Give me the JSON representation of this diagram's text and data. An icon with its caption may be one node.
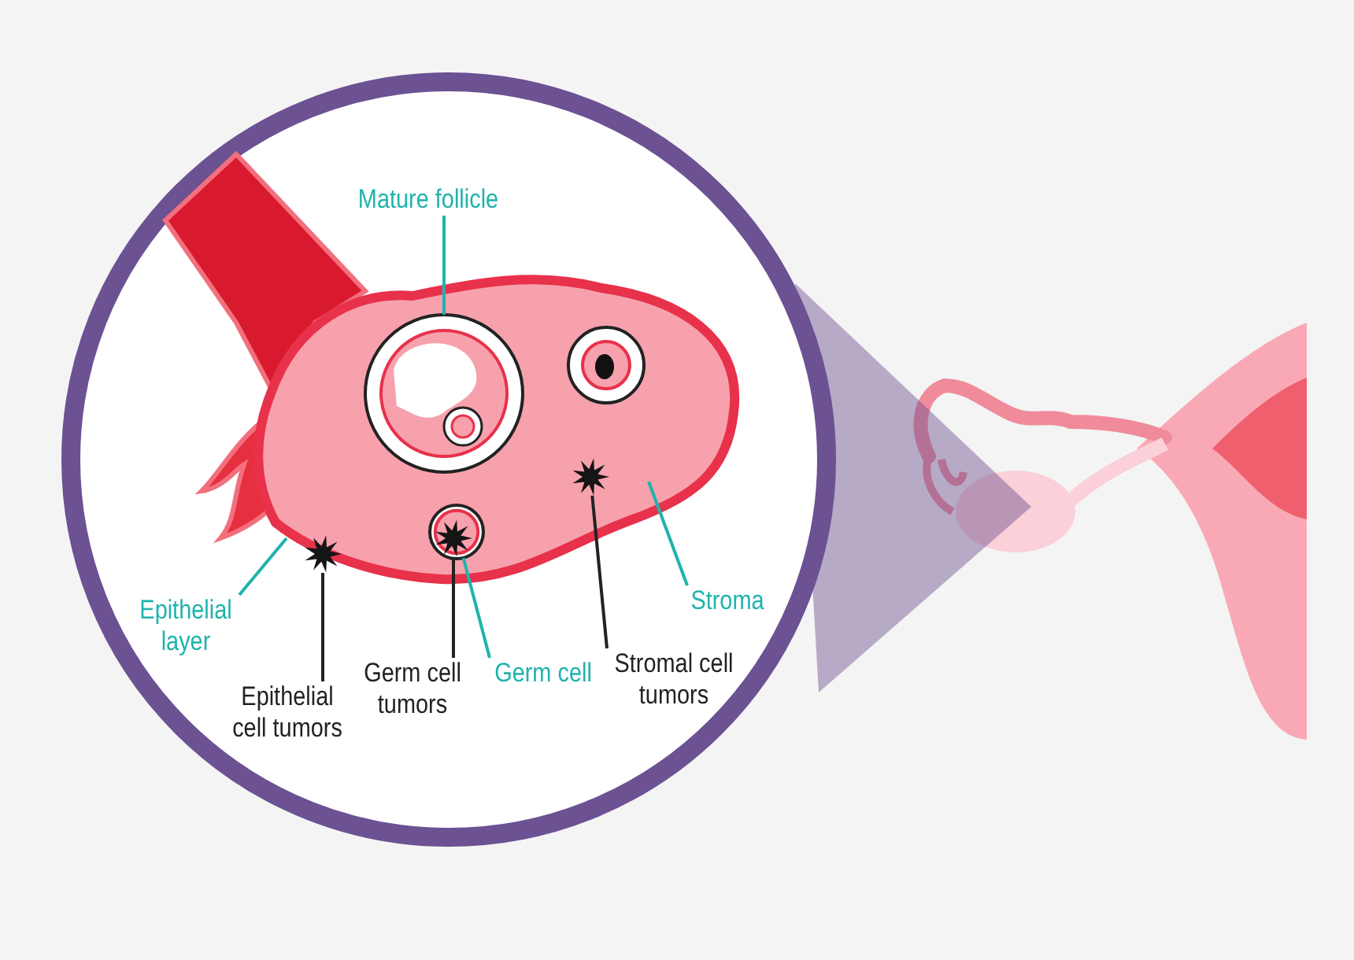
{
  "diagram": {
    "nodes": [
      {
        "text": [
          "Mature follicle"
        ]
      },
      {
        "text": [],
        "shape": "circle"
      },
      {
        "text": [
          "Epithelial layer"
        ]
      },
      {
        "text": [
          "Epithelial cell tumors"
        ]
      },
      {
        "text": [],
        "shape": "star"
      },
      {
        "text": [
          "Germ cell tumors"
        ]
      },
      {
        "text": [],
        "shape": "star",
        "in": 7
      },
      {
        "text": [],
        "shape": "circle"
      },
      {
        "text": [
          "Germ cell"
        ]
      },
      {
        "text": [
          "Stroma"
        ]
      },
      {
        "text": [
          "Stromal cell tumors"
        ]
      },
      {
        "text": [],
        "shape": "star"
      }
    ],
    "edges": [
      {
        "from": 0,
        "to": 1,
        "arrow": "none"
      },
      {
        "from": 2,
        "to": null,
        "arrow": "none"
      },
      {
        "from": 3,
        "to": 4,
        "arrow": "none",
        "color": "#222222"
      },
      {
        "from": 5,
        "to": 6,
        "arrow": "none",
        "color": "#222222"
      },
      {
        "from": 8,
        "to": 7,
        "arrow": "none"
      },
      {
        "from": 9,
        "to": null,
        "arrow": "none"
      },
      {
        "from": 10,
        "to": 11,
        "arrow": "none",
        "color": "#222222"
      }
    ]
  }
}
